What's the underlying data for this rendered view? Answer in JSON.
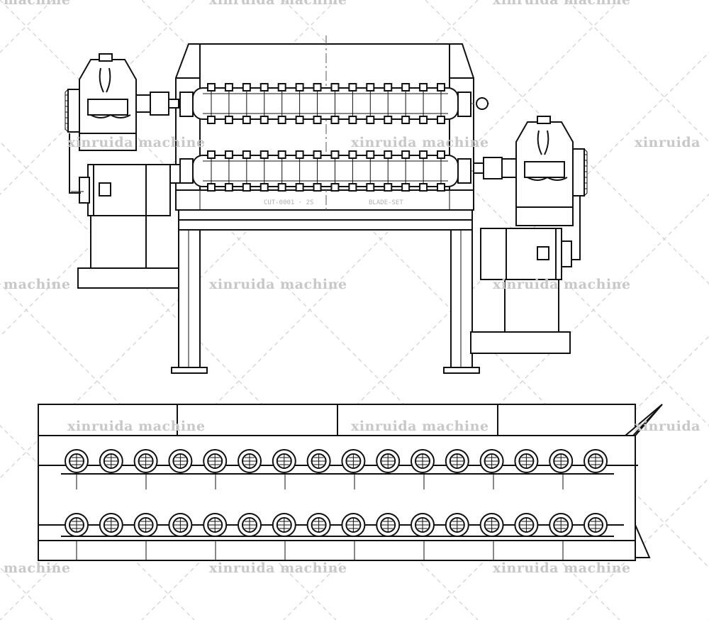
{
  "drawing": {
    "watermark_text": "xinruida machine",
    "watermark_fragments": {
      "machine": "machine",
      "xinruida": "xinruida",
      "xinruida_machine": "xinruida machine"
    },
    "line_color": "#111111",
    "watermark_color": "#c8c8c8",
    "background": "#ffffff",
    "top_view": {
      "shaft_disc_count": 14,
      "shafts": 2
    },
    "bottom_view": {
      "roller_rows": 2,
      "rollers_per_row": 16
    }
  }
}
